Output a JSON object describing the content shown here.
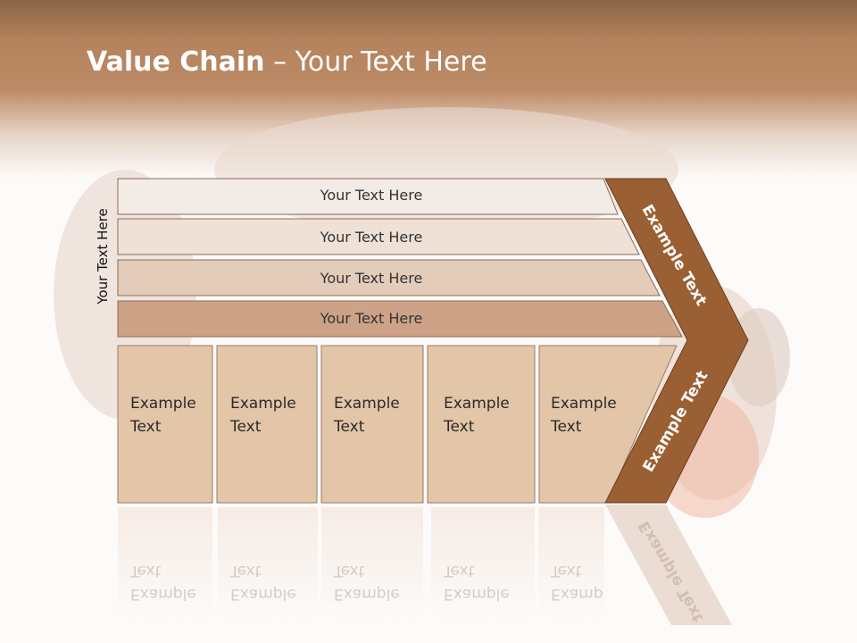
{
  "title": {
    "bold": "Value Chain",
    "rest": " – Your Text Here"
  },
  "side_label": "Your Text Here",
  "bands": [
    {
      "label": "Your Text Here"
    },
    {
      "label": "Your Text Here"
    },
    {
      "label": "Your Text Here"
    },
    {
      "label": "Your Text Here"
    }
  ],
  "boxes": [
    {
      "line1": "Example",
      "line2": "Text"
    },
    {
      "line1": "Example",
      "line2": "Text"
    },
    {
      "line1": "Example",
      "line2": "Text"
    },
    {
      "line1": "Example",
      "line2": "Text"
    },
    {
      "line1": "Example",
      "line2": "Text"
    }
  ],
  "arrow": {
    "upper": "Example Text",
    "lower": "Example Text"
  },
  "colors": {
    "header": "#b4825c",
    "arrow": "#9a5f32",
    "box": "#e1c3a5"
  }
}
